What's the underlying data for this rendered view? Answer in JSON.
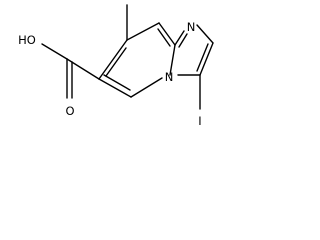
{
  "structure": {
    "atoms": {
      "hydroxyl": "HO",
      "carbonyl_oxygen": "O",
      "ring_nitrogen_top": "N",
      "ring_nitrogen_bridge": "N",
      "iodine": "I"
    }
  },
  "colors": {
    "bond": "#000000",
    "label": "#000000",
    "background": "#ffffff"
  }
}
